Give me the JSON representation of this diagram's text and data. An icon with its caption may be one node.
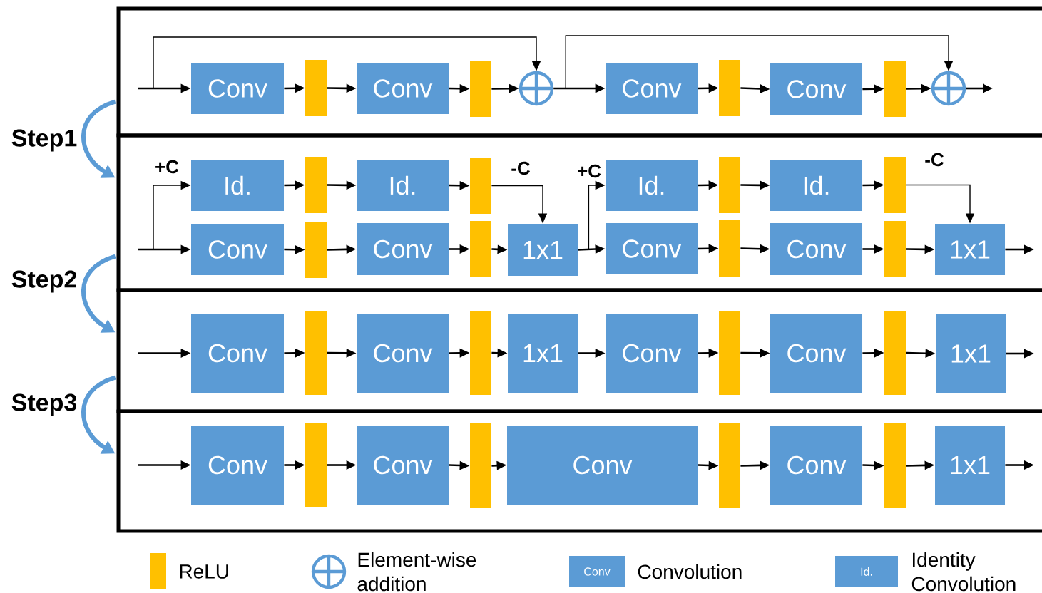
{
  "diagram": {
    "nodes": [
      {
        "text": [],
        "shape": "box"
      },
      {
        "text": [
          "Conv"
        ],
        "in": 0
      },
      {
        "text": [],
        "shape": "bar",
        "in": 0
      },
      {
        "text": [
          "Conv"
        ],
        "in": 0
      },
      {
        "text": [],
        "shape": "bar",
        "in": 0
      },
      {
        "text": [],
        "shape": "circle",
        "in": 0
      },
      {
        "text": [
          "Conv"
        ],
        "in": 0
      },
      {
        "text": [],
        "shape": "bar",
        "in": 0
      },
      {
        "text": [
          "Conv"
        ],
        "in": 0
      },
      {
        "text": [],
        "shape": "bar",
        "in": 0
      },
      {
        "text": [],
        "shape": "circle",
        "in": 0
      },
      {
        "text": [],
        "shape": "box"
      },
      {
        "text": [
          "Id."
        ],
        "in": 11
      },
      {
        "text": [],
        "shape": "bar",
        "in": 11
      },
      {
        "text": [
          "Id."
        ],
        "in": 11
      },
      {
        "text": [],
        "shape": "bar",
        "in": 11
      },
      {
        "text": [
          "Conv"
        ],
        "in": 11
      },
      {
        "text": [],
        "shape": "bar",
        "in": 11
      },
      {
        "text": [
          "Conv"
        ],
        "in": 11
      },
      {
        "text": [],
        "shape": "bar",
        "in": 11
      },
      {
        "text": [
          "1x1"
        ],
        "in": 11
      },
      {
        "text": [
          "Id."
        ],
        "in": 11
      },
      {
        "text": [],
        "shape": "bar",
        "in": 11
      },
      {
        "text": [
          "Id."
        ],
        "in": 11
      },
      {
        "text": [],
        "shape": "bar",
        "in": 11
      },
      {
        "text": [
          "Conv"
        ],
        "in": 11
      },
      {
        "text": [],
        "shape": "bar",
        "in": 11
      },
      {
        "text": [
          "Conv"
        ],
        "in": 11
      },
      {
        "text": [],
        "shape": "bar",
        "in": 11
      },
      {
        "text": [
          "1x1"
        ],
        "in": 11
      },
      {
        "text": [],
        "shape": "box"
      },
      {
        "text": [
          "Conv"
        ],
        "in": 30
      },
      {
        "text": [],
        "shape": "bar",
        "in": 30
      },
      {
        "text": [
          "Conv"
        ],
        "in": 30
      },
      {
        "text": [],
        "shape": "bar",
        "in": 30
      },
      {
        "text": [
          "1x1"
        ],
        "in": 30
      },
      {
        "text": [
          "Conv"
        ],
        "in": 30
      },
      {
        "text": [],
        "shape": "bar",
        "in": 30
      },
      {
        "text": [
          "Conv"
        ],
        "in": 30
      },
      {
        "text": [],
        "shape": "bar",
        "in": 30
      },
      {
        "text": [
          "1x1"
        ],
        "in": 30
      },
      {
        "text": [],
        "shape": "box"
      },
      {
        "text": [
          "Conv"
        ],
        "in": 41
      },
      {
        "text": [],
        "shape": "bar",
        "in": 41
      },
      {
        "text": [
          "Conv"
        ],
        "in": 41
      },
      {
        "text": [],
        "shape": "bar",
        "in": 41
      },
      {
        "text": [
          "Conv"
        ],
        "in": 41
      },
      {
        "text": [],
        "shape": "bar",
        "in": 41
      },
      {
        "text": [
          "Conv"
        ],
        "in": 41
      },
      {
        "text": [],
        "shape": "bar",
        "in": 41
      },
      {
        "text": [
          "1x1"
        ],
        "in": 41
      }
    ],
    "edges": [
      {
        "from": null,
        "to": 1,
        "arrow": "to"
      },
      {
        "from": null,
        "to": 5,
        "arrow": "to"
      },
      {
        "from": 1,
        "to": 2,
        "arrow": "to"
      },
      {
        "from": 2,
        "to": 3,
        "arrow": "to"
      },
      {
        "from": 3,
        "to": 4,
        "arrow": "to"
      },
      {
        "from": 4,
        "to": 5,
        "arrow": "to"
      },
      {
        "from": 5,
        "to": 6,
        "arrow": "to"
      },
      {
        "from": 5,
        "to": 10,
        "arrow": "to"
      },
      {
        "from": 6,
        "to": 7,
        "arrow": "to"
      },
      {
        "from": 7,
        "to": 8,
        "arrow": "to"
      },
      {
        "from": 8,
        "to": 9,
        "arrow": "to"
      },
      {
        "from": 9,
        "to": 10,
        "arrow": "to"
      },
      {
        "from": 10,
        "to": null,
        "arrow": "to"
      },
      {
        "from": null,
        "to": 16,
        "arrow": "to"
      },
      {
        "from": null,
        "to": 12,
        "arrow": "to",
        "label": "+C"
      },
      {
        "from": 12,
        "to": 13,
        "arrow": "to"
      },
      {
        "from": 13,
        "to": 14,
        "arrow": "to"
      },
      {
        "from": 14,
        "to": 15,
        "arrow": "to"
      },
      {
        "from": 15,
        "to": 20,
        "arrow": "to",
        "label": "-C"
      },
      {
        "from": 16,
        "to": 17,
        "arrow": "to"
      },
      {
        "from": 17,
        "to": 18,
        "arrow": "to"
      },
      {
        "from": 18,
        "to": 19,
        "arrow": "to"
      },
      {
        "from": 19,
        "to": 20,
        "arrow": "to"
      },
      {
        "from": 20,
        "to": 25,
        "arrow": "to"
      },
      {
        "from": 20,
        "to": 21,
        "arrow": "to",
        "label": "+C"
      },
      {
        "from": 21,
        "to": 22,
        "arrow": "to"
      },
      {
        "from": 22,
        "to": 23,
        "arrow": "to"
      },
      {
        "from": 23,
        "to": 24,
        "arrow": "to"
      },
      {
        "from": 24,
        "to": 29,
        "arrow": "to",
        "label": "-C"
      },
      {
        "from": 25,
        "to": 26,
        "arrow": "to"
      },
      {
        "from": 26,
        "to": 27,
        "arrow": "to"
      },
      {
        "from": 27,
        "to": 28,
        "arrow": "to"
      },
      {
        "from": 28,
        "to": 29,
        "arrow": "to"
      },
      {
        "from": 29,
        "to": null,
        "arrow": "to"
      },
      {
        "from": null,
        "to": 31,
        "arrow": "to"
      },
      {
        "from": 31,
        "to": 32,
        "arrow": "to"
      },
      {
        "from": 32,
        "to": 33,
        "arrow": "to"
      },
      {
        "from": 33,
        "to": 34,
        "arrow": "to"
      },
      {
        "from": 34,
        "to": 35,
        "arrow": "to"
      },
      {
        "from": 35,
        "to": 36,
        "arrow": "to"
      },
      {
        "from": 36,
        "to": 37,
        "arrow": "to"
      },
      {
        "from": 37,
        "to": 38,
        "arrow": "to"
      },
      {
        "from": 38,
        "to": 39,
        "arrow": "to"
      },
      {
        "from": 39,
        "to": 40,
        "arrow": "to"
      },
      {
        "from": 40,
        "to": null,
        "arrow": "to"
      },
      {
        "from": null,
        "to": 42,
        "arrow": "to"
      },
      {
        "from": 42,
        "to": 43,
        "arrow": "to"
      },
      {
        "from": 43,
        "to": 44,
        "arrow": "to"
      },
      {
        "from": 44,
        "to": 45,
        "arrow": "to"
      },
      {
        "from": 45,
        "to": 46,
        "arrow": "to"
      },
      {
        "from": 46,
        "to": 47,
        "arrow": "to"
      },
      {
        "from": 47,
        "to": 48,
        "arrow": "to"
      },
      {
        "from": 48,
        "to": 49,
        "arrow": "to"
      },
      {
        "from": 49,
        "to": 50,
        "arrow": "to"
      },
      {
        "from": 50,
        "to": null,
        "arrow": "to"
      },
      {
        "from": 0,
        "to": 11,
        "arrow": "to",
        "label": "Step1",
        "style": "thick",
        "color": "#5b9bd5"
      },
      {
        "from": 11,
        "to": 30,
        "arrow": "to",
        "label": "Step2",
        "style": "thick",
        "color": "#5b9bd5"
      },
      {
        "from": 30,
        "to": 41,
        "arrow": "to",
        "label": "Step3",
        "style": "thick",
        "color": "#5b9bd5"
      }
    ],
    "labels": [
      "Conv",
      "Id."
    ],
    "legend": [
      {
        "text": "ReLU",
        "color": "#ffc000"
      },
      {
        "text": "Element-wise addition"
      },
      {
        "text": "Convolution",
        "color": "#5b9bd5"
      },
      {
        "text": "Identity Convolution",
        "color": "#5b9bd5"
      }
    ]
  }
}
